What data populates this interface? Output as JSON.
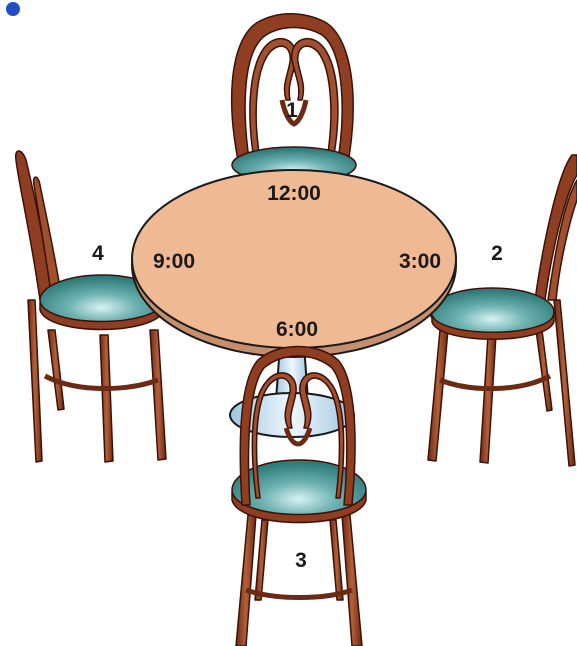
{
  "colors": {
    "bullet": "#1f4fc4",
    "wood_dark": "#6b2a14",
    "wood_mid": "#9a4a2c",
    "wood_light": "#c07a55",
    "seat": "#3e8f8f",
    "seat_light": "#bfe6e6",
    "tabletop": "#efb994",
    "table_edge": "#c58f6f",
    "pedestal": "#c9e3f4",
    "outline": "#1a1a1a"
  },
  "table": {
    "positions": {
      "top": "12:00",
      "right": "3:00",
      "bottom": "6:00",
      "left": "9:00"
    }
  },
  "chairs": [
    {
      "number": "1"
    },
    {
      "number": "2"
    },
    {
      "number": "3"
    },
    {
      "number": "4"
    }
  ]
}
